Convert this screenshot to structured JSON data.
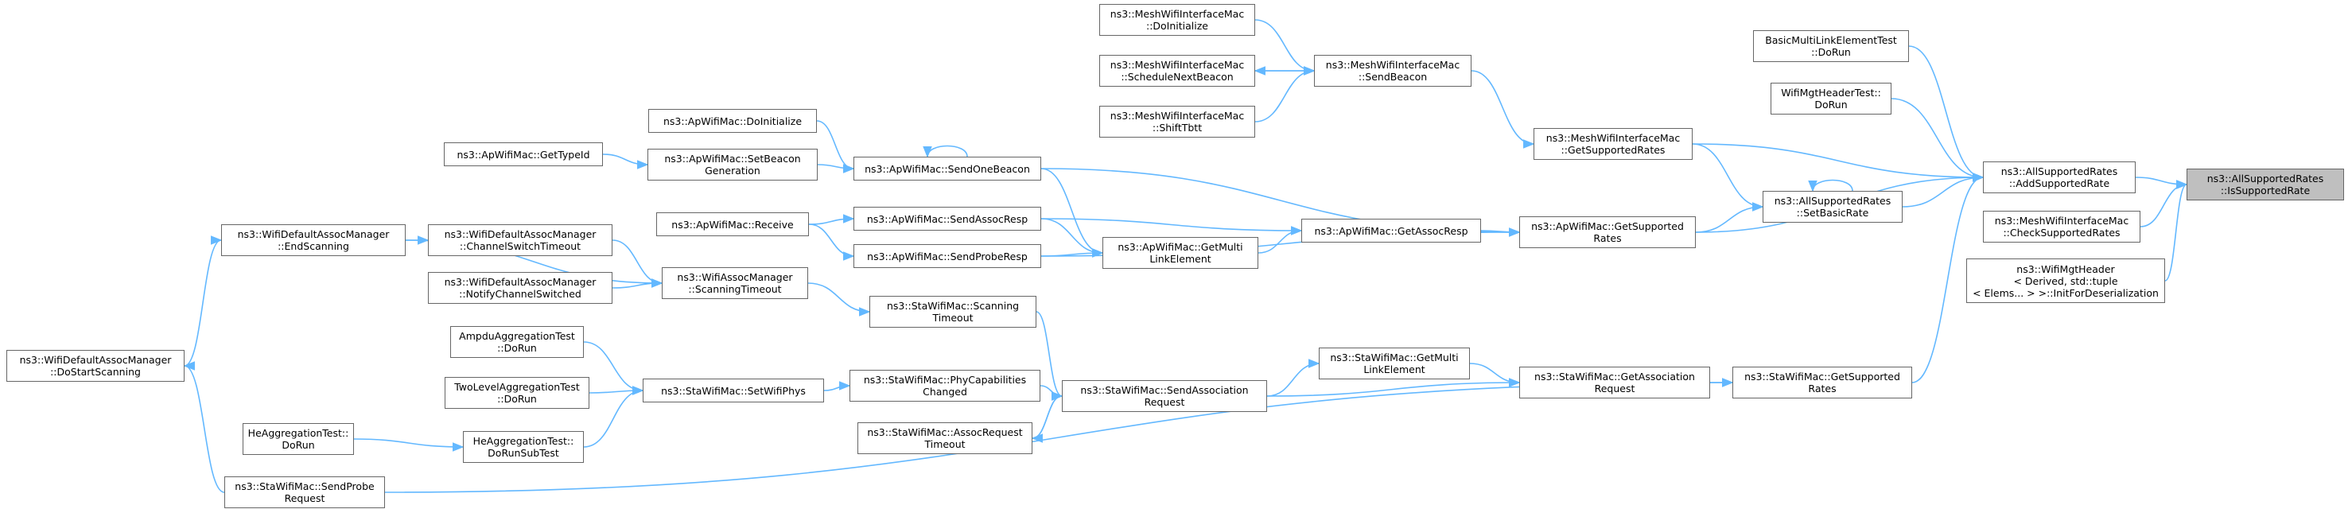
{
  "graph_title": "",
  "colors": {
    "edge": "#63b8ff",
    "node_border": "#666666",
    "highlight_fill": "#bfbfbf"
  },
  "nodes": [
    {
      "id": "isSupportedRate",
      "lines": [
        "ns3::AllSupportedRates",
        "::IsSupportedRate"
      ],
      "highlight": true
    },
    {
      "id": "addSupportedRate",
      "lines": [
        "ns3::AllSupportedRates",
        "::AddSupportedRate"
      ]
    },
    {
      "id": "checkSupportedRates",
      "lines": [
        "ns3::MeshWifiInterfaceMac",
        "::CheckSupportedRates"
      ]
    },
    {
      "id": "initForDeser",
      "lines": [
        "ns3::WifiMgtHeader",
        "< Derived, std::tuple",
        "< Elems... > >::InitForDeserialization"
      ]
    },
    {
      "id": "basicMultiLink",
      "lines": [
        "BasicMultiLinkElementTest",
        "::DoRun"
      ]
    },
    {
      "id": "wifiMgtHeaderTest",
      "lines": [
        "WifiMgtHeaderTest::",
        "DoRun"
      ]
    },
    {
      "id": "meshGetSupportedRates",
      "lines": [
        "ns3::MeshWifiInterfaceMac",
        "::GetSupportedRates"
      ]
    },
    {
      "id": "setBasicRate",
      "lines": [
        "ns3::AllSupportedRates",
        "::SetBasicRate"
      ]
    },
    {
      "id": "apGetSupportedRates",
      "lines": [
        "ns3::ApWifiMac::GetSupported",
        "Rates"
      ]
    },
    {
      "id": "staGetSupportedRates",
      "lines": [
        "ns3::StaWifiMac::GetSupported",
        "Rates"
      ]
    },
    {
      "id": "meshDoInitialize",
      "lines": [
        "ns3::MeshWifiInterfaceMac",
        "::DoInitialize"
      ]
    },
    {
      "id": "meshScheduleNextBeacon",
      "lines": [
        "ns3::MeshWifiInterfaceMac",
        "::ScheduleNextBeacon"
      ]
    },
    {
      "id": "meshShiftTbtt",
      "lines": [
        "ns3::MeshWifiInterfaceMac",
        "::ShiftTbtt"
      ]
    },
    {
      "id": "meshSendBeacon",
      "lines": [
        "ns3::MeshWifiInterfaceMac",
        "::SendBeacon"
      ]
    },
    {
      "id": "apGetAssocResp",
      "lines": [
        "ns3::ApWifiMac::GetAssocResp"
      ]
    },
    {
      "id": "apGetMultiLinkElement",
      "lines": [
        "ns3::ApWifiMac::GetMulti",
        "LinkElement"
      ]
    },
    {
      "id": "apDoInitialize",
      "lines": [
        "ns3::ApWifiMac::DoInitialize"
      ]
    },
    {
      "id": "apSendOneBeacon",
      "lines": [
        "ns3::ApWifiMac::SendOneBeacon"
      ]
    },
    {
      "id": "apSendAssocResp",
      "lines": [
        "ns3::ApWifiMac::SendAssocResp"
      ]
    },
    {
      "id": "apSendProbeResp",
      "lines": [
        "ns3::ApWifiMac::SendProbeResp"
      ]
    },
    {
      "id": "apGetTypeId",
      "lines": [
        "ns3::ApWifiMac::GetTypeId"
      ]
    },
    {
      "id": "apSetBeaconGeneration",
      "lines": [
        "ns3::ApWifiMac::SetBeacon",
        "Generation"
      ]
    },
    {
      "id": "apReceive",
      "lines": [
        "ns3::ApWifiMac::Receive"
      ]
    },
    {
      "id": "staGetAssociationRequest",
      "lines": [
        "ns3::StaWifiMac::GetAssociation",
        "Request"
      ]
    },
    {
      "id": "staGetMultiLinkElement",
      "lines": [
        "ns3::StaWifiMac::GetMulti",
        "LinkElement"
      ]
    },
    {
      "id": "staSendAssociationRequest",
      "lines": [
        "ns3::StaWifiMac::SendAssociation",
        "Request"
      ]
    },
    {
      "id": "staScanningTimeout",
      "lines": [
        "ns3::StaWifiMac::Scanning",
        "Timeout"
      ]
    },
    {
      "id": "staPhyCapabilitiesChanged",
      "lines": [
        "ns3::StaWifiMac::PhyCapabilities",
        "Changed"
      ]
    },
    {
      "id": "staAssocRequestTimeout",
      "lines": [
        "ns3::StaWifiMac::AssocRequest",
        "Timeout"
      ]
    },
    {
      "id": "staSetWifiPhys",
      "lines": [
        "ns3::StaWifiMac::SetWifiPhys"
      ]
    },
    {
      "id": "wifiAssocManagerScanningTimeout",
      "lines": [
        "ns3::WifiAssocManager",
        "::ScanningTimeout"
      ]
    },
    {
      "id": "defaultChannelSwitchTimeout",
      "lines": [
        "ns3::WifiDefaultAssocManager",
        "::ChannelSwitchTimeout"
      ]
    },
    {
      "id": "defaultNotifyChannelSwitched",
      "lines": [
        "ns3::WifiDefaultAssocManager",
        "::NotifyChannelSwitched"
      ]
    },
    {
      "id": "defaultEndScanning",
      "lines": [
        "ns3::WifiDefaultAssocManager",
        "::EndScanning"
      ]
    },
    {
      "id": "defaultDoStartScanning",
      "lines": [
        "ns3::WifiDefaultAssocManager",
        "::DoStartScanning"
      ]
    },
    {
      "id": "ampduAggregationTest",
      "lines": [
        "AmpduAggregationTest",
        "::DoRun"
      ]
    },
    {
      "id": "twoLevelAggregationTest",
      "lines": [
        "TwoLevelAggregationTest",
        "::DoRun"
      ]
    },
    {
      "id": "heAggregationTestDoRun",
      "lines": [
        "HeAggregationTest::",
        "DoRun"
      ]
    },
    {
      "id": "heAggregationTestSubTest",
      "lines": [
        "HeAggregationTest::",
        "DoRunSubTest"
      ]
    },
    {
      "id": "staSendProbeRequest",
      "lines": [
        "ns3::StaWifiMac::SendProbe",
        "Request"
      ]
    }
  ],
  "edges": [
    [
      "addSupportedRate",
      "isSupportedRate"
    ],
    [
      "checkSupportedRates",
      "isSupportedRate"
    ],
    [
      "initForDeser",
      "isSupportedRate"
    ],
    [
      "basicMultiLink",
      "addSupportedRate"
    ],
    [
      "wifiMgtHeaderTest",
      "addSupportedRate"
    ],
    [
      "meshGetSupportedRates",
      "addSupportedRate"
    ],
    [
      "setBasicRate",
      "addSupportedRate"
    ],
    [
      "apGetSupportedRates",
      "addSupportedRate"
    ],
    [
      "staGetSupportedRates",
      "addSupportedRate"
    ],
    [
      "setBasicRate",
      "setBasicRate"
    ],
    [
      "meshGetSupportedRates",
      "setBasicRate"
    ],
    [
      "apGetSupportedRates",
      "setBasicRate"
    ],
    [
      "meshSendBeacon",
      "meshGetSupportedRates"
    ],
    [
      "meshDoInitialize",
      "meshSendBeacon"
    ],
    [
      "meshScheduleNextBeacon",
      "meshSendBeacon"
    ],
    [
      "meshSendBeacon",
      "meshScheduleNextBeacon"
    ],
    [
      "meshShiftTbtt",
      "meshSendBeacon"
    ],
    [
      "apSendOneBeacon",
      "apGetSupportedRates"
    ],
    [
      "apGetAssocResp",
      "apGetSupportedRates"
    ],
    [
      "apSendProbeResp",
      "apGetSupportedRates"
    ],
    [
      "apSendAssocResp",
      "apGetAssocResp"
    ],
    [
      "apGetMultiLinkElement",
      "apGetAssocResp"
    ],
    [
      "apSendOneBeacon",
      "apGetMultiLinkElement"
    ],
    [
      "apSendAssocResp",
      "apGetMultiLinkElement"
    ],
    [
      "apSendProbeResp",
      "apGetMultiLinkElement"
    ],
    [
      "apSendOneBeacon",
      "apSendOneBeacon"
    ],
    [
      "apDoInitialize",
      "apSendOneBeacon"
    ],
    [
      "apSetBeaconGeneration",
      "apSendOneBeacon"
    ],
    [
      "apGetTypeId",
      "apSetBeaconGeneration"
    ],
    [
      "apReceive",
      "apSendAssocResp"
    ],
    [
      "apReceive",
      "apSendProbeResp"
    ],
    [
      "staGetAssociationRequest",
      "staGetSupportedRates"
    ],
    [
      "staSendProbeRequest",
      "staGetSupportedRates"
    ],
    [
      "staGetMultiLinkElement",
      "staGetAssociationRequest"
    ],
    [
      "staSendAssociationRequest",
      "staGetAssociationRequest"
    ],
    [
      "staSendAssociationRequest",
      "staGetMultiLinkElement"
    ],
    [
      "staScanningTimeout",
      "staSendAssociationRequest"
    ],
    [
      "staPhyCapabilitiesChanged",
      "staSendAssociationRequest"
    ],
    [
      "staAssocRequestTimeout",
      "staSendAssociationRequest"
    ],
    [
      "staSendAssociationRequest",
      "staAssocRequestTimeout"
    ],
    [
      "staSetWifiPhys",
      "staPhyCapabilitiesChanged"
    ],
    [
      "wifiAssocManagerScanningTimeout",
      "staScanningTimeout"
    ],
    [
      "defaultChannelSwitchTimeout",
      "wifiAssocManagerScanningTimeout"
    ],
    [
      "defaultNotifyChannelSwitched",
      "wifiAssocManagerScanningTimeout"
    ],
    [
      "defaultEndScanning",
      "wifiAssocManagerScanningTimeout"
    ],
    [
      "defaultDoStartScanning",
      "defaultEndScanning"
    ],
    [
      "defaultEndScanning",
      "defaultChannelSwitchTimeout"
    ],
    [
      "staSendProbeRequest",
      "defaultDoStartScanning"
    ],
    [
      "ampduAggregationTest",
      "staSetWifiPhys"
    ],
    [
      "twoLevelAggregationTest",
      "staSetWifiPhys"
    ],
    [
      "heAggregationTestSubTest",
      "staSetWifiPhys"
    ],
    [
      "heAggregationTestDoRun",
      "heAggregationTestSubTest"
    ]
  ]
}
